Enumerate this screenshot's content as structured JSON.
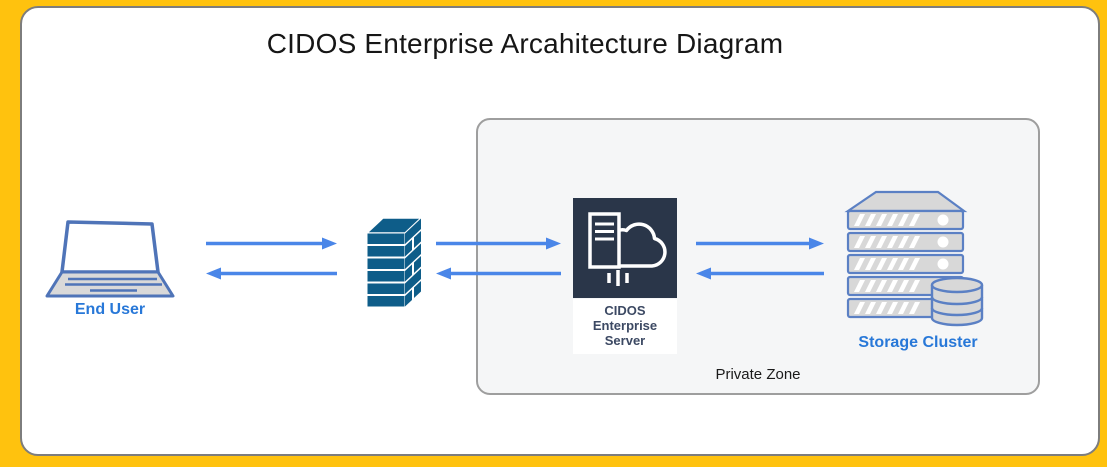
{
  "diagram": {
    "title": "CIDOS Enterprise Arcahitecture Diagram",
    "zones": {
      "private_zone": {
        "label": "Private Zone"
      }
    },
    "nodes": {
      "end_user": {
        "label": "End User",
        "icon": "laptop-icon"
      },
      "firewall": {
        "icon": "firewall-icon"
      },
      "cidos_server": {
        "label": "CIDOS Enterprise Server",
        "icon": "server-cloud-icon",
        "zone": "Private Zone"
      },
      "storage_cluster": {
        "label": "Storage Cluster",
        "icon": "storage-rack-database-icon",
        "zone": "Private Zone"
      }
    },
    "connections": [
      {
        "from": "end_user",
        "to": "firewall",
        "direction": "bidirectional"
      },
      {
        "from": "firewall",
        "to": "cidos_server",
        "direction": "bidirectional"
      },
      {
        "from": "cidos_server",
        "to": "storage_cluster",
        "direction": "bidirectional"
      }
    ],
    "colors": {
      "frame_yellow": "#FFC20E",
      "page_border": "#7d7d7d",
      "arrow_blue": "#4a86e8",
      "firewall_teal": "#0e5d89",
      "server_icon_bg": "#2a3649",
      "server_label_text": "#3c4963",
      "node_label_blue": "#2878d8",
      "zone_fill": "#f5f6f7",
      "device_stroke_blue": "#4f74b8",
      "storage_stroke_blue": "#5b80c4"
    }
  }
}
